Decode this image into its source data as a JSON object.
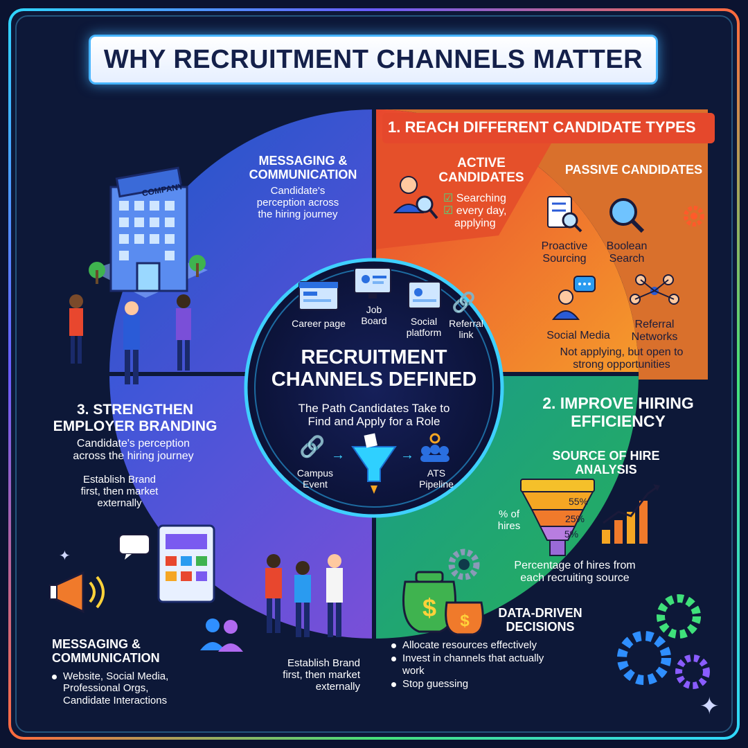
{
  "title": "WHY RECRUITMENT CHANNELS MATTER",
  "center": {
    "title_line1": "RECRUITMENT",
    "title_line2": "CHANNELS DEFINED",
    "subtitle_line1": "The Path Candidates Take to",
    "subtitle_line2": "Find and Apply for a Role",
    "channels": {
      "career_page": "Career page",
      "job_board_1": "Job",
      "job_board_2": "Board",
      "social_1": "Social",
      "social_2": "platform",
      "referral_1": "Referral",
      "referral_2": "link",
      "campus_1": "Campus",
      "campus_2": "Event",
      "ats_1": "ATS",
      "ats_2": "Pipeline"
    }
  },
  "section1": {
    "header": "1. REACH DIFFERENT CANDIDATE TYPES",
    "active": {
      "title_1": "ACTIVE",
      "title_2": "CANDIDATES",
      "desc_1": "Searching",
      "desc_2": "every day,",
      "desc_3": "applying"
    },
    "passive": {
      "title": "PASSIVE CANDIDATES",
      "proactive_1": "Proactive",
      "proactive_2": "Sourcing",
      "boolean_1": "Boolean",
      "boolean_2": "Search",
      "social": "Social Media",
      "referral_1": "Referral",
      "referral_2": "Networks",
      "note_1": "Not applying, but open to",
      "note_2": "strong opportunities"
    }
  },
  "section2": {
    "header_1": "2. IMPROVE HIRING",
    "header_2": "EFFICIENCY",
    "source_1": "SOURCE OF HIRE",
    "source_2": "ANALYSIS",
    "pct_label_1": "% of",
    "pct_label_2": "hires",
    "funnel": [
      "55%",
      "25%",
      "5%"
    ],
    "pct_desc_1": "Percentage of hires from",
    "pct_desc_2": "each recruiting source",
    "data_1": "DATA-DRIVEN",
    "data_2": "DECISIONS",
    "bullets": [
      "Allocate resources effectively",
      "Invest in channels that actually work",
      "Stop guessing"
    ]
  },
  "section3": {
    "header_1": "3. STRENGTHEN",
    "header_2": "EMPLOYER BRANDING",
    "desc_1": "Candidate's perception",
    "desc_2": "across the hiring journey",
    "est_1": "Establish Brand",
    "est_2": "first, then market",
    "est_3": "externally",
    "company": "COMPANY",
    "top_msg_1": "MESSAGING &",
    "top_msg_2": "COMMUNICATION",
    "top_msg_desc_1": "Candidate's",
    "top_msg_desc_2": "perception across",
    "top_msg_desc_3": "the hiring journey"
  },
  "section4": {
    "msg_1": "MESSAGING &",
    "msg_2": "COMMUNICATION",
    "bullets": [
      "Website, Social Media, Professional Orgs, Candidate Interactions"
    ],
    "est_1": "Establish Brand",
    "est_2": "first, then market",
    "est_3": "externally"
  },
  "colors": {
    "orange": "#f06a2a",
    "green": "#1fa37a",
    "purple": "#5b4fd6",
    "blue": "#2f6fe0"
  }
}
